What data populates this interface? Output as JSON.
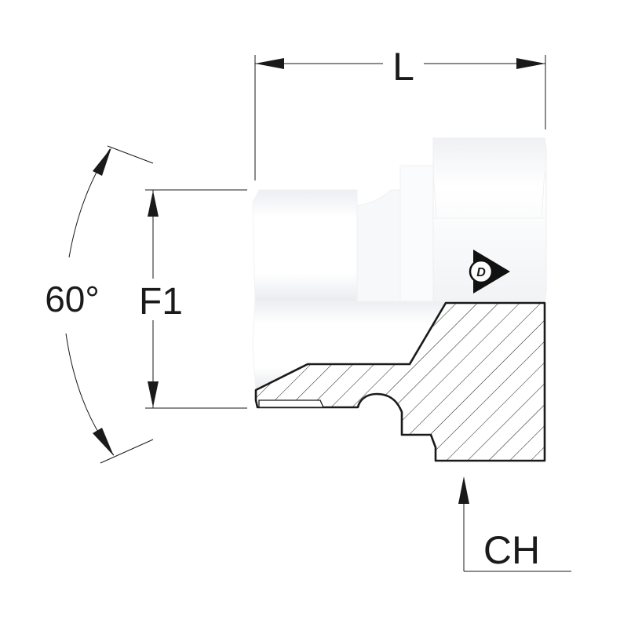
{
  "labels": {
    "length": "L",
    "thread_diameter": "F1",
    "cone_angle": "60°",
    "hex": "CH"
  },
  "logo": {
    "letter": "D"
  }
}
